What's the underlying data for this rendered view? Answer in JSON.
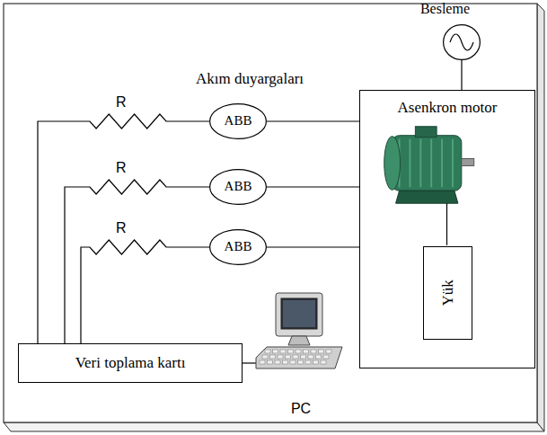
{
  "diagram": {
    "nodes": [
      {
        "text": [
          "Besleme"
        ]
      },
      {
        "text": [
          "Asenkron motor"
        ]
      },
      {
        "text": [
          "Yük"
        ],
        "in": 1
      },
      {
        "text": [
          "ABB"
        ]
      },
      {
        "text": [
          "ABB"
        ]
      },
      {
        "text": [
          "ABB"
        ]
      },
      {
        "text": [
          "Veri toplama kartı"
        ]
      },
      {
        "text": [
          "PC"
        ]
      }
    ],
    "edges": [
      {
        "from": 0,
        "to": 1,
        "arrow": "none"
      },
      {
        "from": 3,
        "to": 1,
        "arrow": "none"
      },
      {
        "from": 4,
        "to": 1,
        "arrow": "none"
      },
      {
        "from": 5,
        "to": 1,
        "arrow": "none"
      },
      {
        "from": 3,
        "to": 6,
        "arrow": "none"
      },
      {
        "from": 4,
        "to": 6,
        "arrow": "none"
      },
      {
        "from": 5,
        "to": 6,
        "arrow": "none"
      },
      {
        "from": 6,
        "to": 7,
        "arrow": "none"
      }
    ],
    "labels": [
      "Akım duyargaları",
      "R",
      "R",
      "R"
    ]
  }
}
